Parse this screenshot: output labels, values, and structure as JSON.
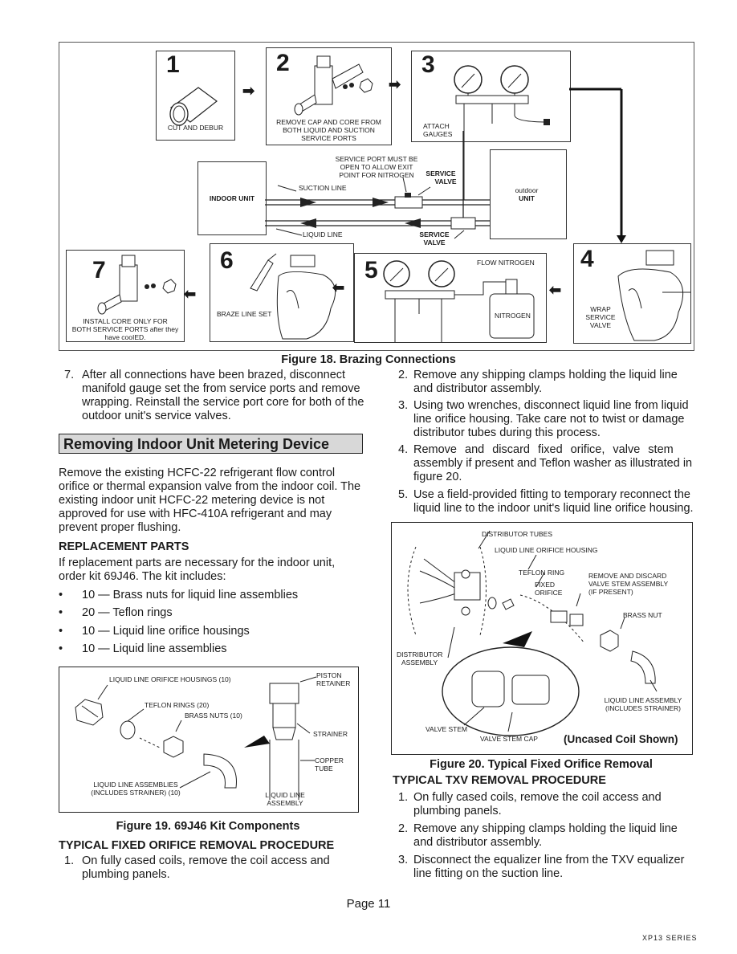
{
  "figure18": {
    "caption": "Figure 18. Brazing Connections",
    "steps": [
      {
        "num": "1",
        "label": "CUT AND DEBUR"
      },
      {
        "num": "2",
        "label_lines": [
          "REMOVE CAP AND CORE FROM",
          "BOTH LIQUID AND SUCTION",
          "SERVICE PORTS"
        ]
      },
      {
        "num": "3",
        "label_lines": [
          "ATTACH",
          "GAUGES"
        ]
      },
      {
        "num": "4",
        "label_lines": [
          "WRAP",
          "SERVICE",
          "VALVE"
        ]
      },
      {
        "num": "5",
        "label_top": "FLOW NITROGEN",
        "tank_label": "NITROGEN"
      },
      {
        "num": "6",
        "label": "BRAZE LINE SET"
      },
      {
        "num": "7",
        "label_lines": [
          "INSTALL CORE ONLY FOR",
          "BOTH SERVICE PORTS after they",
          "have cooIED."
        ]
      }
    ],
    "diagram": {
      "indoor_unit": "INDOOR UNIT",
      "outdoor_line1": "outdoor",
      "outdoor_line2": "UNIT",
      "suction_line": "SUCTION LINE",
      "liquid_line": "LIQUID LINE",
      "service_port_note": [
        "SERVICE PORT MUST BE",
        "OPEN TO ALLOW EXIT",
        "POINT FOR NITROGEN"
      ],
      "service_valve_top": [
        "SERVICE",
        "VALVE"
      ],
      "service_valve_bottom": [
        "SERVICE",
        "VALVE"
      ]
    }
  },
  "left": {
    "step7_num": "7.",
    "step7_text": [
      "After all connections have been brazed, disconnect",
      "manifold gauge set the from service ports and remove",
      "wrapping. Reinstall the service port core for both of the",
      "outdoor unit's service valves."
    ],
    "banner": "Removing Indoor Unit Metering Device",
    "intro": [
      "Remove the existing HCFC-22 refrigerant flow control",
      "orifice or thermal expansion valve from the indoor coil. The",
      "existing indoor unit HCFC-22 metering device is not",
      "approved for use with HFC-410A refrigerant and may",
      "prevent proper flushing."
    ],
    "replacement_heading": "REPLACEMENT PARTS",
    "replacement_text": [
      "If replacement parts are necessary for the indoor unit,",
      "order kit 69J46. The kit includes:"
    ],
    "kit_items": [
      "10 — Brass nuts for liquid line assemblies",
      "20 — Teflon rings",
      "10 — Liquid line orifice housings",
      "10 — Liquid line assemblies"
    ],
    "fig19_caption": "Figure 19. 69J46 Kit Components",
    "fig19_labels": {
      "housings": "LIQUID LINE ORIFICE HOUSINGS (10)",
      "teflon": "TEFLON RINGS (20)",
      "brass": "BRASS NUTS (10)",
      "assemblies": [
        "LIQUID LINE ASSEMBLIES",
        "(INCLUDES STRAINER) (10)"
      ],
      "piston": [
        "PISTON",
        "RETAINER"
      ],
      "strainer": "STRAINER",
      "copper": [
        "COPPER",
        "TUBE"
      ],
      "liquid_line": [
        "LIQUID LINE",
        "ASSEMBLY"
      ]
    },
    "fixed_heading": "TYPICAL FIXED ORIFICE REMOVAL PROCEDURE",
    "fixed_steps": [
      {
        "num": "1.",
        "lines": [
          "On fully cased coils, remove the coil access and",
          "plumbing panels."
        ]
      }
    ]
  },
  "right": {
    "fixed_steps": [
      {
        "num": "2.",
        "lines": [
          "Remove any shipping clamps holding the liquid line",
          "and distributor assembly."
        ]
      },
      {
        "num": "3.",
        "lines": [
          "Using two wrenches, disconnect liquid line from liquid",
          "line orifice housing. Take care not to twist or damage",
          "distributor tubes during this process."
        ]
      },
      {
        "num": "4.",
        "lines": [
          "Remove and discard fixed orifice, valve stem",
          "assembly if present and Teflon washer as illustrated in",
          "figure 20."
        ]
      },
      {
        "num": "5.",
        "lines": [
          "Use a field-provided fitting to temporary reconnect the",
          "liquid line to the indoor unit's liquid line orifice housing."
        ]
      }
    ],
    "fig20_caption": "Figure 20. Typical Fixed Orifice Removal",
    "fig20_labels": {
      "dist_tubes": "DISTRIBUTOR TUBES",
      "housing": "LIQUID LINE ORIFICE HOUSING",
      "teflon": "TEFLON RING",
      "fixed": [
        "FIXED",
        "ORIFICE"
      ],
      "remove": [
        "REMOVE AND DISCARD",
        "VALVE STEM ASSEMBLY",
        "(IF PRESENT)"
      ],
      "brass": "BRASS NUT",
      "dist_asm": [
        "DISTRIBUTOR",
        "ASSEMBLY"
      ],
      "ll_asm": [
        "LIQUID LINE ASSEMBLY",
        "(INCLUDES STRAINER)"
      ],
      "valve_stem": "VALVE STEM",
      "valve_cap": "VALVE STEM CAP",
      "uncased": "(Uncased Coil Shown)"
    },
    "txv_heading": "TYPICAL TXV REMOVAL PROCEDURE",
    "txv_steps": [
      {
        "num": "1.",
        "lines": [
          "On fully cased coils, remove the coil access and",
          "plumbing panels."
        ]
      },
      {
        "num": "2.",
        "lines": [
          "Remove any shipping clamps holding the liquid line",
          "and distributor assembly."
        ]
      },
      {
        "num": "3.",
        "lines": [
          "Disconnect the equalizer line from the TXV equalizer",
          "line fitting on the suction line."
        ]
      }
    ]
  },
  "footer": {
    "page": "Page 11",
    "series": "XP13 SERIES"
  }
}
